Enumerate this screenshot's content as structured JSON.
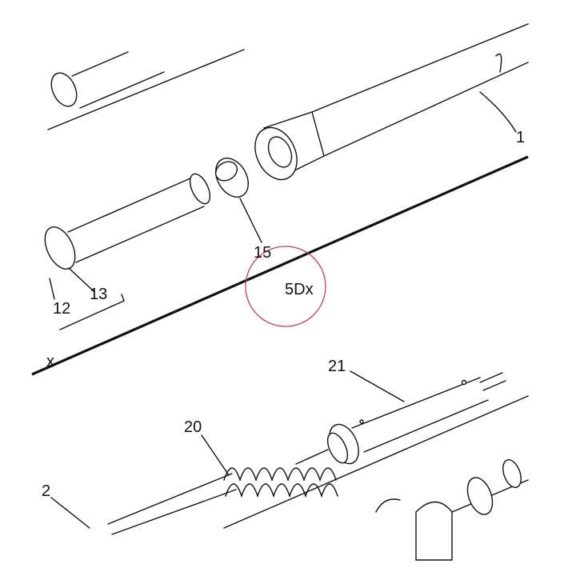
{
  "labels": {
    "p1": "1",
    "p15": "15",
    "p13": "13",
    "p12": "12",
    "x_left": "x",
    "circled": "5Dx",
    "p21": "21",
    "p20": "20",
    "p2": "2"
  },
  "colors": {
    "ink": "#111111",
    "highlight_circle": "#c8414b",
    "background": "#ffffff"
  }
}
